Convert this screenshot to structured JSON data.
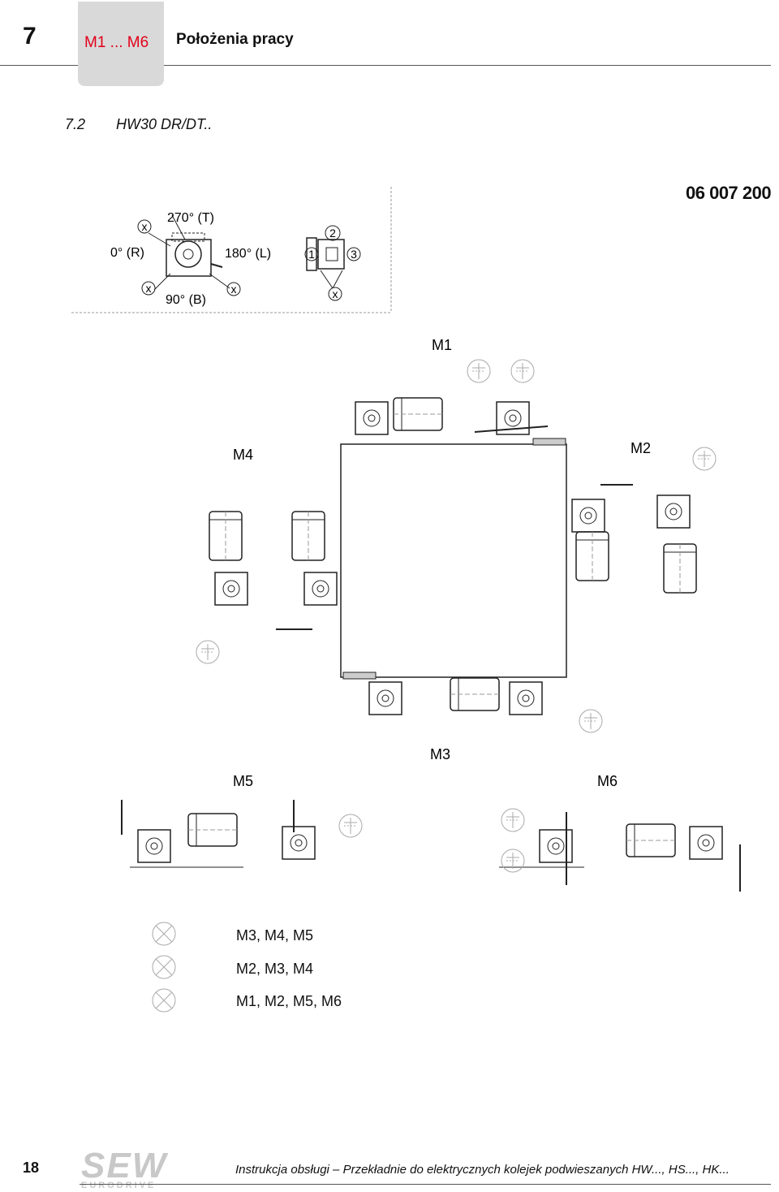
{
  "header": {
    "chapter_number": "7",
    "chapter_range": "M1 ... M6",
    "chapter_title": "Położenia pracy"
  },
  "section": {
    "number": "7.2",
    "title": "HW30 DR/DT.."
  },
  "doc_code": "06 007 200",
  "orientation_key": {
    "angle_0": "0° (R)",
    "angle_90": "90° (B)",
    "angle_180": "180° (L)",
    "angle_270": "270° (T)",
    "marker_x": "x",
    "side_1": "1",
    "side_2": "2",
    "side_3": "3"
  },
  "positions": {
    "m1": "M1",
    "m2": "M2",
    "m3": "M3",
    "m4": "M4",
    "m5": "M5",
    "m6": "M6"
  },
  "legend": [
    {
      "icon": "vent-plug-icon",
      "text": "M3, M4, M5"
    },
    {
      "icon": "oil-level-plug-icon",
      "text": "M2, M3, M4"
    },
    {
      "icon": "oil-drain-plug-icon",
      "text": "M1, M2, M5, M6"
    }
  ],
  "footer": {
    "page_number": "18",
    "brand": "SEW",
    "brand_sub": "EURODRIVE",
    "text": "Instrukcja obsługi – Przekładnie do elektrycznych kolejek podwieszanych HW..., HS..., HK..."
  }
}
